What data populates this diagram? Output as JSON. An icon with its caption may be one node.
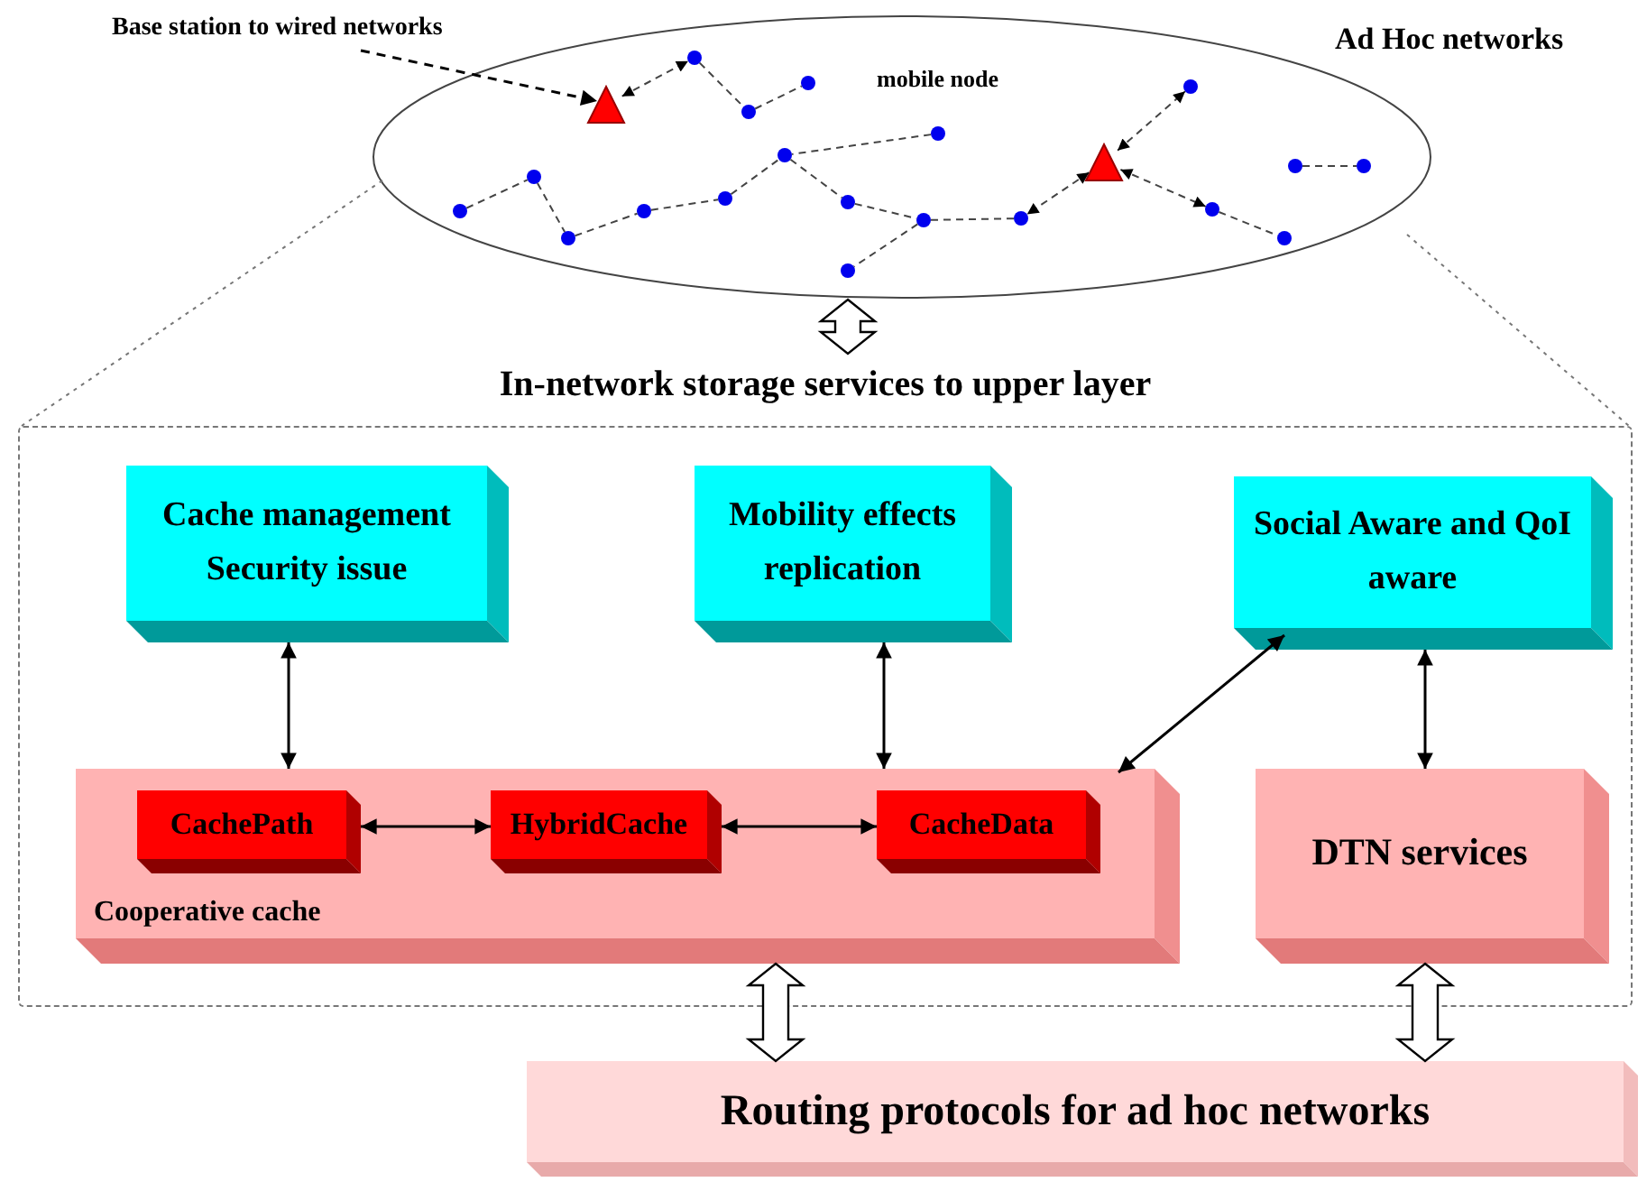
{
  "diagram": {
    "nodes": [
      {
        "text": [
          "Base station to wired networks"
        ]
      },
      {
        "text": [
          "Ad Hoc networks"
        ]
      },
      {
        "text": [],
        "shape": "triangle",
        "in": 1
      },
      {
        "text": [
          "In-network storage services to upper layer"
        ]
      },
      {
        "text": [
          "Cache management Security issue"
        ],
        "in": 3
      },
      {
        "text": [
          "Mobility effects replication"
        ],
        "in": 3
      },
      {
        "text": [
          "Social Aware and QoI aware"
        ],
        "in": 3
      },
      {
        "text": [
          "Cooperative cache"
        ],
        "in": 3
      },
      {
        "text": [
          "CachePath"
        ],
        "in": 7
      },
      {
        "text": [
          "HybridCache"
        ],
        "in": 7
      },
      {
        "text": [
          "CacheData"
        ],
        "in": 7
      },
      {
        "text": [
          "DTN services"
        ],
        "in": 3
      },
      {
        "text": [
          "Routing protocols for ad hoc networks"
        ]
      },
      {
        "text": [],
        "shape": "circle",
        "in": 1
      },
      {
        "text": [],
        "shape": "circle",
        "in": 1
      },
      {
        "text": [],
        "shape": "circle",
        "in": 1
      },
      {
        "text": [],
        "shape": "circle",
        "in": 1
      },
      {
        "text": [],
        "shape": "circle",
        "in": 1
      },
      {
        "text": [],
        "shape": "circle",
        "in": 1
      },
      {
        "text": [],
        "shape": "triangle",
        "in": 1
      },
      {
        "text": [],
        "shape": "circle",
        "in": 1
      },
      {
        "text": [],
        "shape": "circle",
        "in": 1
      },
      {
        "text": [],
        "shape": "circle",
        "in": 1
      },
      {
        "text": [],
        "shape": "circle",
        "in": 1
      },
      {
        "text": [],
        "shape": "circle",
        "in": 1
      },
      {
        "text": [],
        "shape": "circle",
        "in": 1
      },
      {
        "text": [],
        "shape": "circle",
        "in": 1
      },
      {
        "text": [],
        "shape": "circle",
        "in": 1
      },
      {
        "text": [],
        "shape": "circle",
        "in": 1
      },
      {
        "text": [],
        "shape": "circle",
        "in": 1
      },
      {
        "text": [],
        "shape": "circle",
        "in": 1
      },
      {
        "text": [],
        "shape": "circle",
        "in": 1
      },
      {
        "text": [],
        "shape": "circle",
        "in": 1
      }
    ],
    "edges": [
      {
        "from": 0,
        "to": 2,
        "arrow": "to",
        "style": "dashed"
      },
      {
        "from": 1,
        "to": 3,
        "arrow": "both",
        "style": "thick"
      },
      {
        "from": 4,
        "to": 7,
        "arrow": "both"
      },
      {
        "from": 5,
        "to": 7,
        "arrow": "both"
      },
      {
        "from": 6,
        "to": 7,
        "arrow": "both"
      },
      {
        "from": 6,
        "to": 11,
        "arrow": "both"
      },
      {
        "from": 8,
        "to": 9,
        "arrow": "both"
      },
      {
        "from": 9,
        "to": 10,
        "arrow": "both"
      },
      {
        "from": 7,
        "to": 12,
        "arrow": "both",
        "style": "thick"
      },
      {
        "from": 11,
        "to": 12,
        "arrow": "both",
        "style": "thick"
      },
      {
        "from": 2,
        "to": 13,
        "arrow": "both",
        "style": "dashed"
      },
      {
        "from": 13,
        "to": 16,
        "arrow": "none",
        "style": "dashed"
      },
      {
        "from": 16,
        "to": 14,
        "arrow": "none",
        "style": "dashed"
      },
      {
        "from": 25,
        "to": 22,
        "arrow": "none",
        "style": "dashed"
      },
      {
        "from": 22,
        "to": 30,
        "arrow": "none",
        "style": "dashed"
      },
      {
        "from": 30,
        "to": 26,
        "arrow": "none",
        "style": "dashed"
      },
      {
        "from": 26,
        "to": 23,
        "arrow": "none",
        "style": "dashed"
      },
      {
        "from": 23,
        "to": 18,
        "arrow": "none",
        "style": "dashed"
      },
      {
        "from": 17,
        "to": 18,
        "arrow": "none",
        "style": "dashed"
      },
      {
        "from": 18,
        "to": 24,
        "arrow": "none",
        "style": "dashed"
      },
      {
        "from": 24,
        "to": 29,
        "arrow": "none",
        "style": "dashed"
      },
      {
        "from": 29,
        "to": 28,
        "arrow": "none",
        "style": "dashed"
      },
      {
        "from": 29,
        "to": 32,
        "arrow": "none",
        "style": "dashed"
      },
      {
        "from": 19,
        "to": 28,
        "arrow": "both",
        "style": "dashed"
      },
      {
        "from": 19,
        "to": 15,
        "arrow": "both",
        "style": "dashed"
      },
      {
        "from": 19,
        "to": 27,
        "arrow": "both",
        "style": "dashed"
      },
      {
        "from": 27,
        "to": 31,
        "arrow": "none",
        "style": "dashed"
      },
      {
        "from": 20,
        "to": 21,
        "arrow": "none",
        "style": "dashed"
      }
    ],
    "labels": [
      "mobile node"
    ]
  }
}
